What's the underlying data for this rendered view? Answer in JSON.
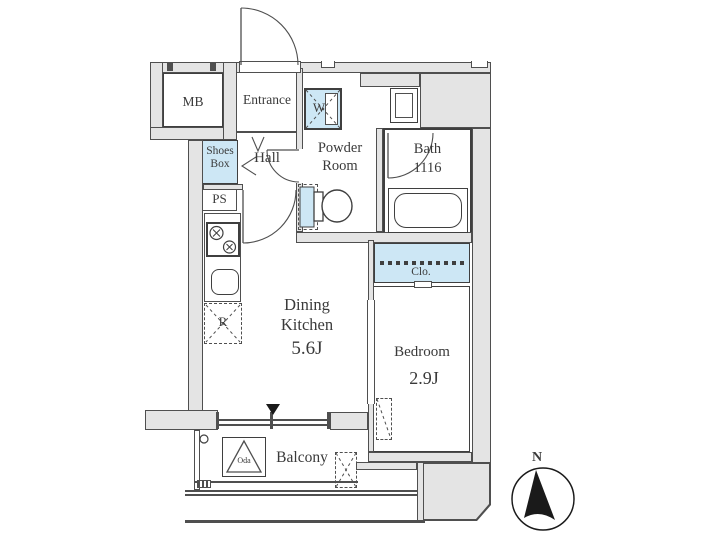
{
  "title": "Apartment floor plan 1K",
  "colors": {
    "wall_fill": "#e4e4e4",
    "fixture_blue": "#cde7f5",
    "line": "#4f4f4f",
    "text": "#3a3a3a",
    "north_needle": "#1a1a1a"
  },
  "rooms": {
    "mb": "MB",
    "entrance": "Entrance",
    "shoes_box": "Shoes\nBox",
    "hall": "Hall",
    "ps": "PS",
    "washer": "W",
    "powder_room": "Powder\nRoom",
    "bath": "Bath\n1116",
    "dining_kitchen": {
      "name": "Dining\nKitchen",
      "size": "5.6J"
    },
    "refrigerator": "R",
    "closet": "Clo.",
    "bedroom": {
      "name": "Bedroom",
      "size": "2.9J"
    },
    "balcony": {
      "name": "Balcony",
      "hatch": "Oda"
    }
  },
  "compass": {
    "north": "N"
  }
}
